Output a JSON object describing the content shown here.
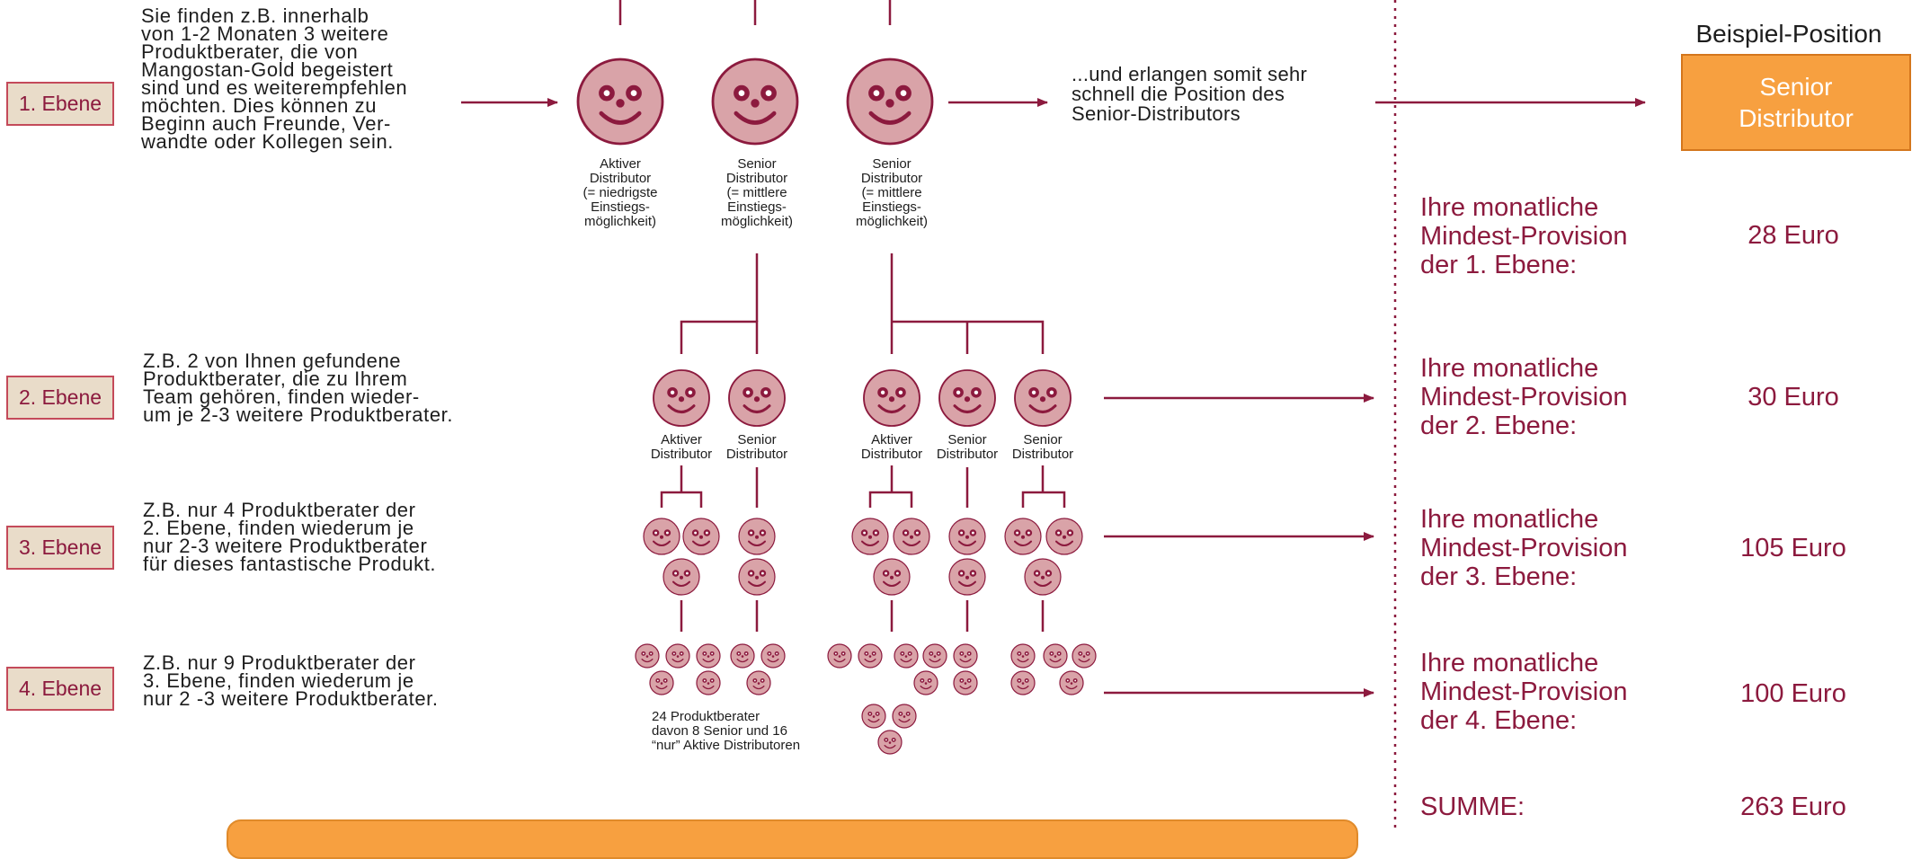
{
  "levels": [
    {
      "badge": "1. Ebene",
      "desc": [
        "Sie finden z.B. innerhalb",
        "von 1-2 Monaten 3 weitere",
        "Produktberater, die von",
        "Mangostan-Gold begeistert",
        "sind und es weiterempfehlen",
        "möchten. Dies können zu",
        "Beginn auch Freunde, Ver-",
        "wandte oder Kollegen sein."
      ]
    },
    {
      "badge": "2. Ebene",
      "desc": [
        "Z.B. 2 von Ihnen gefundene",
        "Produktberater, die zu Ihrem",
        "Team gehören, finden wieder-",
        "um je 2-3 weitere Produktberater."
      ]
    },
    {
      "badge": "3. Ebene",
      "desc": [
        "Z.B. nur 4 Produktberater der",
        "2. Ebene, finden wiederum je",
        "nur 2-3 weitere Produktberater",
        "für dieses fantastische Produkt."
      ]
    },
    {
      "badge": "4. Ebene",
      "desc": [
        "Z.B. nur 9 Produktberater der",
        "3. Ebene, finden wiederum je",
        "nur 2 -3 weitere Produktberater."
      ]
    }
  ],
  "level1_faces": [
    {
      "label": [
        "Aktiver",
        "Distributor",
        "(= niedrigste",
        "Einstiegs-",
        "möglichkeit)"
      ]
    },
    {
      "label": [
        "Senior",
        "Distributor",
        "(= mittlere",
        "Einstiegs-",
        "möglichkeit)"
      ]
    },
    {
      "label": [
        "Senior",
        "Distributor",
        "(= mittlere",
        "Einstiegs-",
        "möglichkeit)"
      ]
    }
  ],
  "level2_faces": [
    {
      "label": [
        "Aktiver",
        "Distributor"
      ]
    },
    {
      "label": [
        "Senior",
        "Distributor"
      ]
    },
    {
      "label": [
        "Aktiver",
        "Distributor"
      ]
    },
    {
      "label": [
        "Senior",
        "Distributor"
      ]
    },
    {
      "label": [
        "Senior",
        "Distributor"
      ]
    }
  ],
  "result_text": [
    "...und erlangen somit sehr",
    "schnell die Position des",
    "Senior-Distributors"
  ],
  "summary_note": [
    "24 Produktberater",
    "davon 8 Senior und 16",
    "“nur” Aktive Distributoren"
  ],
  "position": {
    "title": "Beispiel-Position",
    "box": [
      "Senior",
      "Distributor"
    ]
  },
  "provisions": [
    {
      "label": [
        "Ihre monatliche",
        "Mindest-Provision",
        "der 1. Ebene:"
      ],
      "value": "28 Euro"
    },
    {
      "label": [
        "Ihre monatliche",
        "Mindest-Provision",
        "der 2. Ebene:"
      ],
      "value": "30 Euro"
    },
    {
      "label": [
        "Ihre monatliche",
        "Mindest-Provision",
        "der 3. Ebene:"
      ],
      "value": "105 Euro"
    },
    {
      "label": [
        "Ihre monatliche",
        "Mindest-Provision",
        "der 4. Ebene:"
      ],
      "value": "100 Euro"
    }
  ],
  "sum": {
    "label": "SUMME:",
    "value": "263 Euro"
  },
  "colors": {
    "accent": "#8c1a3e",
    "face": "#d9a3a8",
    "orange": "#f7a040",
    "badge_bg": "#e9dcc9"
  }
}
